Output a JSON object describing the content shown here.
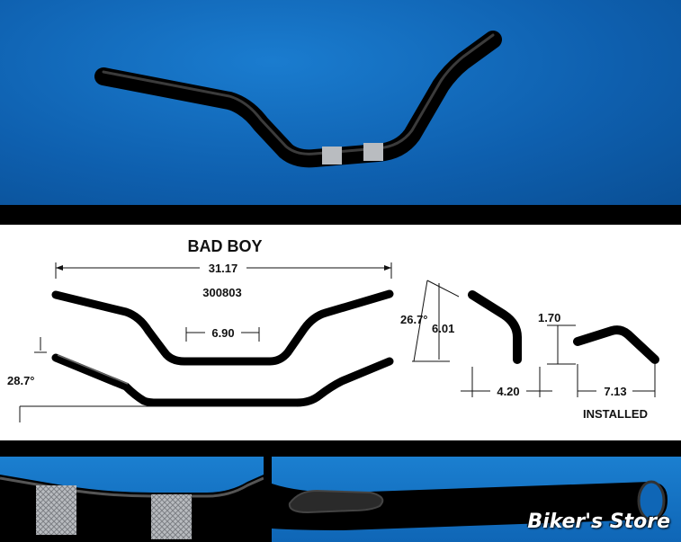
{
  "product": {
    "model": "BAD BOY",
    "part_number": "300803"
  },
  "front_view": {
    "overall_width": "31.17",
    "center_width": "6.90",
    "angle": "28.7°"
  },
  "side_view": {
    "angle": "26.7°",
    "rise": "6.01",
    "pullback": "4.20"
  },
  "installed_view": {
    "rise": "1.70",
    "pullback": "7.13",
    "label": "INSTALLED"
  },
  "watermark": {
    "text": "Biker's Store"
  },
  "colors": {
    "photo_background": "#0e5fae",
    "bar_black": "#0b0b0b",
    "knurl_silver": "#b9bcc0",
    "diagram_background": "#ffffff"
  }
}
